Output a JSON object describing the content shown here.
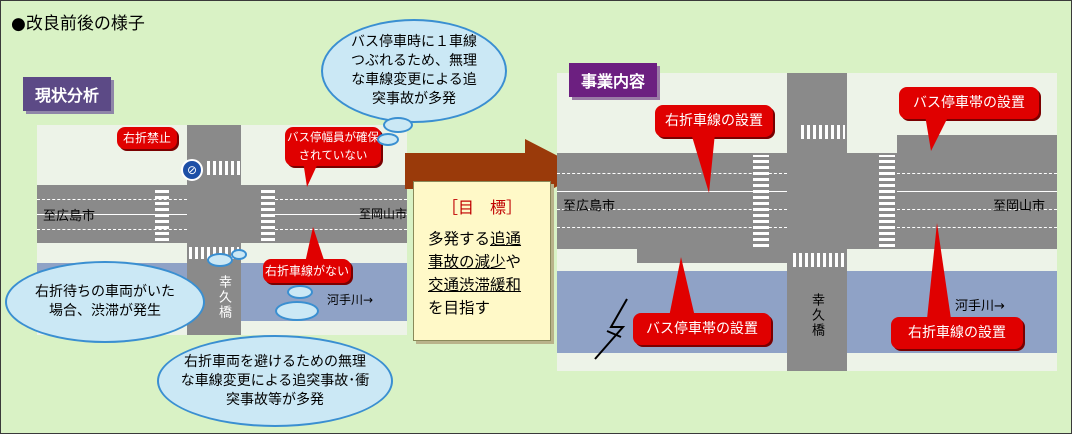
{
  "heading": "●改良前後の様子",
  "left_panel": {
    "tag": "現状分析",
    "labels": {
      "west": "至広島市",
      "east": "至岡山市",
      "bridge": "幸久橋"
    },
    "badges": {
      "no_right_turn": "右折禁止",
      "bus_width": [
        "バス停幅員が確保",
        "されていない"
      ],
      "no_right_lane": "右折車線がない"
    },
    "clouds": {
      "top": [
        "バス停車時に１車線",
        "つぶれるため、無理",
        "な車線変更による追",
        "突事故が多発"
      ],
      "left": [
        "右折待ちの車両がいた",
        "場合、渋滞が発生"
      ],
      "bottom": [
        "右折車両を避けるための無理",
        "な車線変更による追突事故･衝",
        "突事故等が多発"
      ]
    }
  },
  "goal": {
    "title": "［目　標］",
    "lines": [
      {
        "plain": "多発する",
        "underlined": "追通"
      },
      {
        "plain": "",
        "underlined": "事故の減少",
        "plain2": "や"
      },
      {
        "plain": "",
        "underlined": "交通渋滞緩和"
      },
      {
        "plain": "を目指す",
        "underlined": ""
      }
    ]
  },
  "right_panel": {
    "tag": "事業内容",
    "labels": {
      "west": "至広島市",
      "east": "至岡山市",
      "bridge": "幸久橋",
      "river": "河手川→"
    },
    "badges": {
      "right_lane_top": "右折車線の設置",
      "bus_bay_top": "バス停車帯の設置",
      "bus_bay_bottom": "バス停車帯の設置",
      "right_lane_bottom": "右折車線の設置"
    }
  },
  "left_river": "河手川→",
  "colors": {
    "badge": "#e00000",
    "tag": "#5c4a86",
    "arrow": "#9a3a0a",
    "river": "#8fa2c6",
    "road": "#8a8a8a"
  }
}
